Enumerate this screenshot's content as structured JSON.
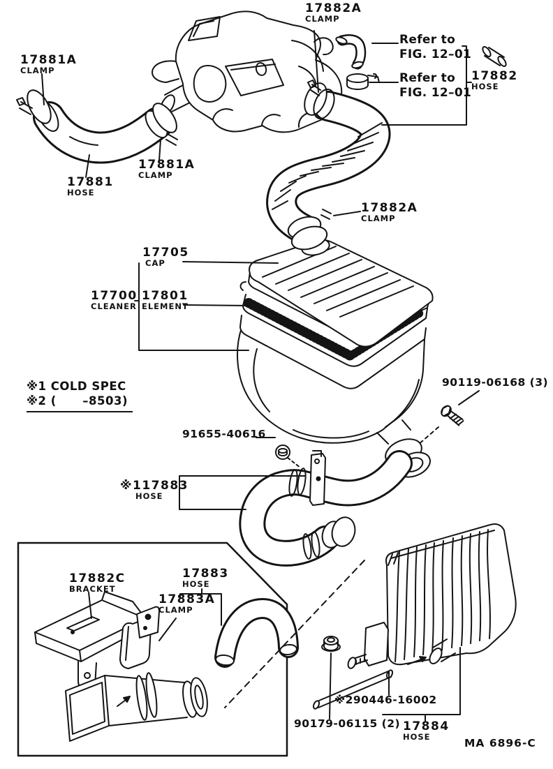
{
  "colors": {
    "ink": "#141414",
    "paper": "#ffffff"
  },
  "figure": {
    "code": "MA 6896-C"
  },
  "notes": {
    "line1": "※1 COLD SPEC",
    "line2": "※2 (      –8503)"
  },
  "refer_note": {
    "line1": "Refer to",
    "line2": "FIG. 12–01"
  },
  "callouts": {
    "c17882a_top": {
      "part": "17882A",
      "sub": "CLAMP"
    },
    "c17882": {
      "part": "17882",
      "sub": "HOSE"
    },
    "c17881a_left": {
      "part": "17881A",
      "sub": "CLAMP"
    },
    "c17881": {
      "part": "17881",
      "sub": "HOSE"
    },
    "c17881a_right": {
      "part": "17881A",
      "sub": "CLAMP"
    },
    "c17882a_mid": {
      "part": "17882A",
      "sub": "CLAMP"
    },
    "c17705": {
      "part": "17705",
      "sub": "CAP"
    },
    "c17700": {
      "part": "17700",
      "sub": "CLEANER"
    },
    "c17801": {
      "part": "17801",
      "sub": "ELEMENT"
    },
    "c90119": {
      "part": "90119-06168 (3)"
    },
    "c91655": {
      "part": "91655-40616"
    },
    "c17883_main": {
      "part": "※117883",
      "sub": "HOSE"
    },
    "c17882c": {
      "part": "17882C",
      "sub": "BRACKET"
    },
    "c17883_box": {
      "part": "17883",
      "sub": "HOSE"
    },
    "c17883a": {
      "part": "17883A",
      "sub": "CLAMP"
    },
    "c290446": {
      "part": "※290446-16002"
    },
    "c90179": {
      "part": "90179-06115 (2)"
    },
    "c17884": {
      "part": "17884",
      "sub": "HOSE"
    }
  }
}
